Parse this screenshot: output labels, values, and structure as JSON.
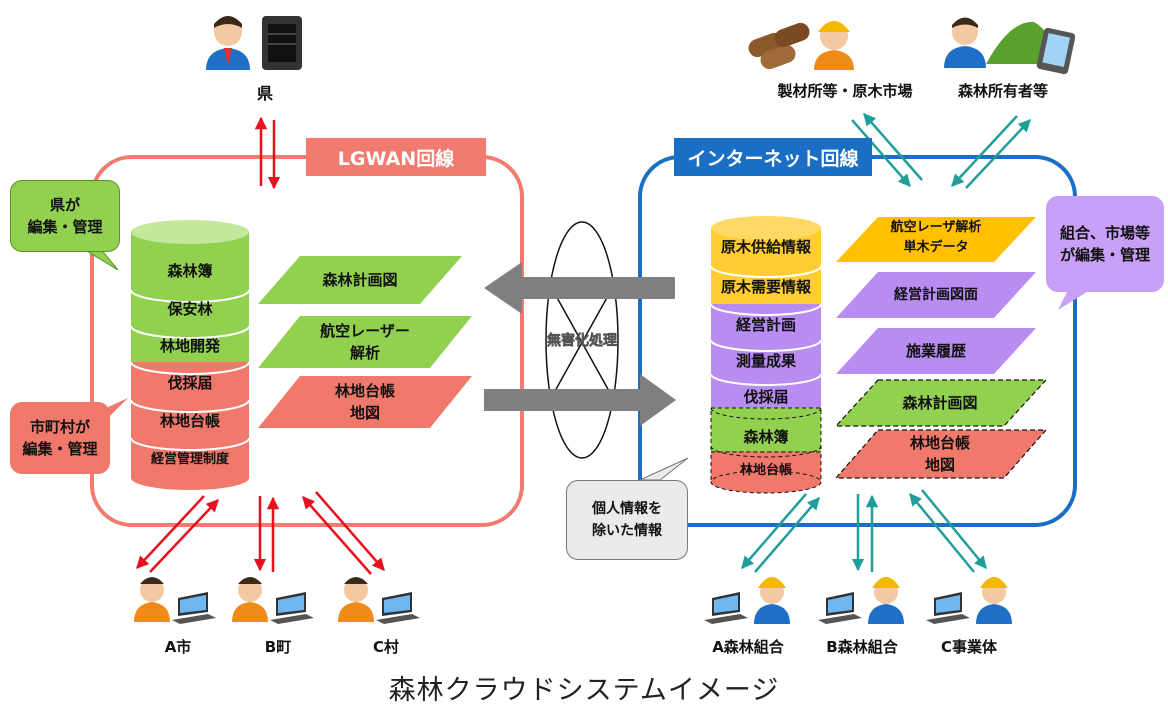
{
  "caption": "森林クラウドシステムイメージ",
  "prefecture": {
    "label": "県"
  },
  "lgwan": {
    "label": "LGWAN回線"
  },
  "internet": {
    "label": "インターネット回線"
  },
  "bubbles": {
    "prefecture_manage": [
      "県が",
      "編集・管理"
    ],
    "municipality_manage": [
      "市町村が",
      "編集・管理"
    ],
    "union_manage": [
      "組合、市場等",
      "が編集・管理"
    ],
    "personal_info": [
      "個人情報を",
      "除いた情報"
    ]
  },
  "harmless_processing": "無害化処理",
  "left_stack": [
    "森林簿",
    "保安林",
    "林地開発",
    "伐採届",
    "林地台帳",
    "経営管理制度"
  ],
  "left_layers": [
    {
      "lines": [
        "森林計画図"
      ],
      "color": "#92d050"
    },
    {
      "lines": [
        "航空レーザー",
        "解析"
      ],
      "color": "#92d050"
    },
    {
      "lines": [
        "林地台帳",
        "地図"
      ],
      "color": "#f0796b"
    }
  ],
  "right_stack": [
    "原木供給情報",
    "原木需要情報",
    "経営計画",
    "測量成果",
    "伐採届",
    "森林簿",
    "林地台帳"
  ],
  "right_layers": [
    {
      "lines": [
        "航空レーザ解析",
        "単木データ"
      ],
      "color": "#ffc000"
    },
    {
      "lines": [
        "経営計画図面"
      ],
      "color": "#b88cf0"
    },
    {
      "lines": [
        "施業履歴"
      ],
      "color": "#b88cf0"
    },
    {
      "lines": [
        "森林計画図"
      ],
      "color": "#92d050"
    },
    {
      "lines": [
        "林地台帳",
        "地図"
      ],
      "color": "#f0796b"
    }
  ],
  "top_right_parties": [
    "製材所等・原木市場",
    "森林所有者等"
  ],
  "municipalities": [
    "A市",
    "B町",
    "C村"
  ],
  "unions": [
    "A森林組合",
    "B森林組合",
    "C事業体"
  ],
  "colors": {
    "lgwan": "#f07b6e",
    "internet": "#1a6fc4",
    "red_arrow": "#e8101c",
    "teal_arrow": "#1f9e9a",
    "gray_arrow": "#7f7f7f",
    "green": "#92d050",
    "salmon": "#f0796b",
    "orange": "#ffc000",
    "purple": "#b88cf0"
  }
}
